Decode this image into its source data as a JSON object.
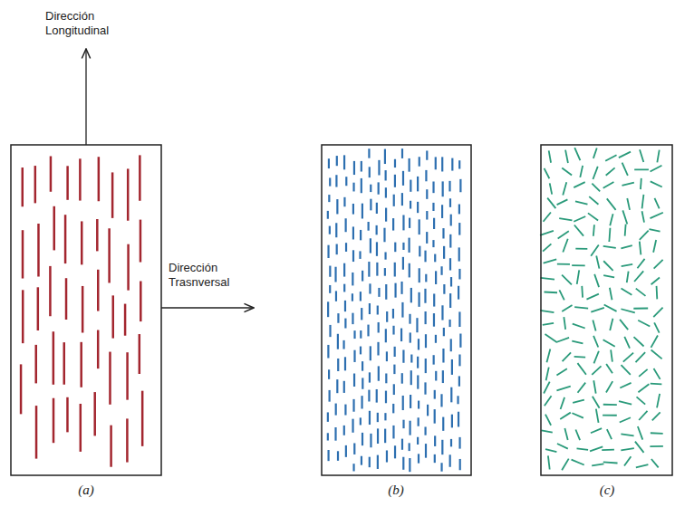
{
  "diagram": {
    "labels": [
      "Dirección Longitudinal",
      "Dirección Trasnversal",
      "(a)",
      "(b)",
      "(c)"
    ]
  }
}
